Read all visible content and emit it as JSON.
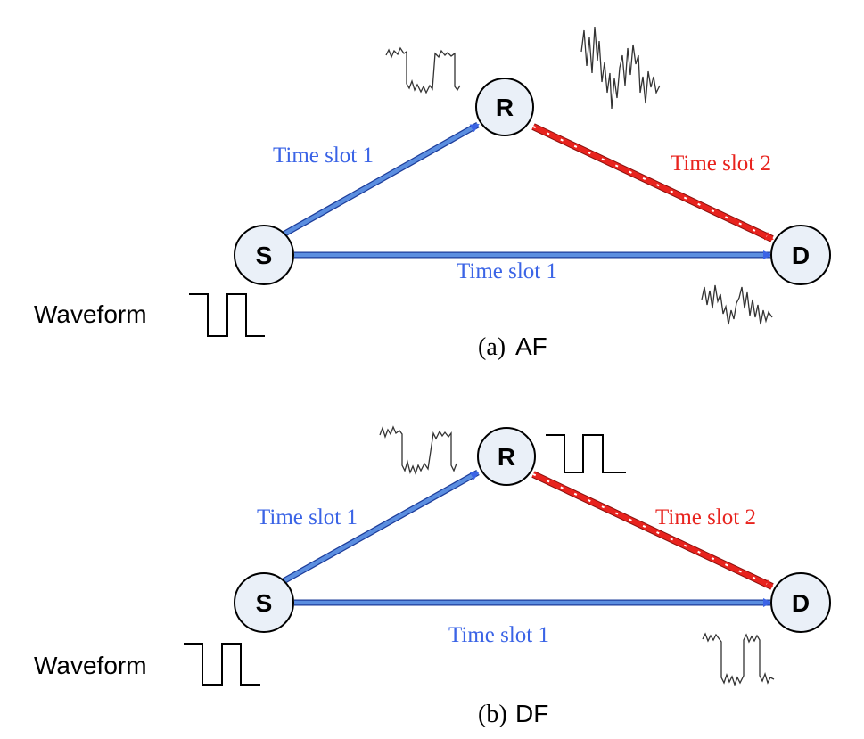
{
  "colors": {
    "blue": "#3b64e6",
    "blue_fill": "#5b8ee0",
    "red": "#e8231e",
    "node_fill": "#eaf0f8",
    "ink": "#000000"
  },
  "panels": [
    {
      "id": "af",
      "nodes": {
        "source": "S",
        "relay": "R",
        "destination": "D"
      },
      "labels": {
        "sr": "Time slot 1",
        "rd": "Time slot 2",
        "sd": "Time slot 1",
        "waveform": "Waveform",
        "caption_letter": "(a)",
        "caption_mode": "AF"
      }
    },
    {
      "id": "df",
      "nodes": {
        "source": "S",
        "relay": "R",
        "destination": "D"
      },
      "labels": {
        "sr": "Time slot 1",
        "rd": "Time slot 2",
        "sd": "Time slot 1",
        "waveform": "Waveform",
        "caption_letter": "(b)",
        "caption_mode": "DF"
      }
    }
  ]
}
